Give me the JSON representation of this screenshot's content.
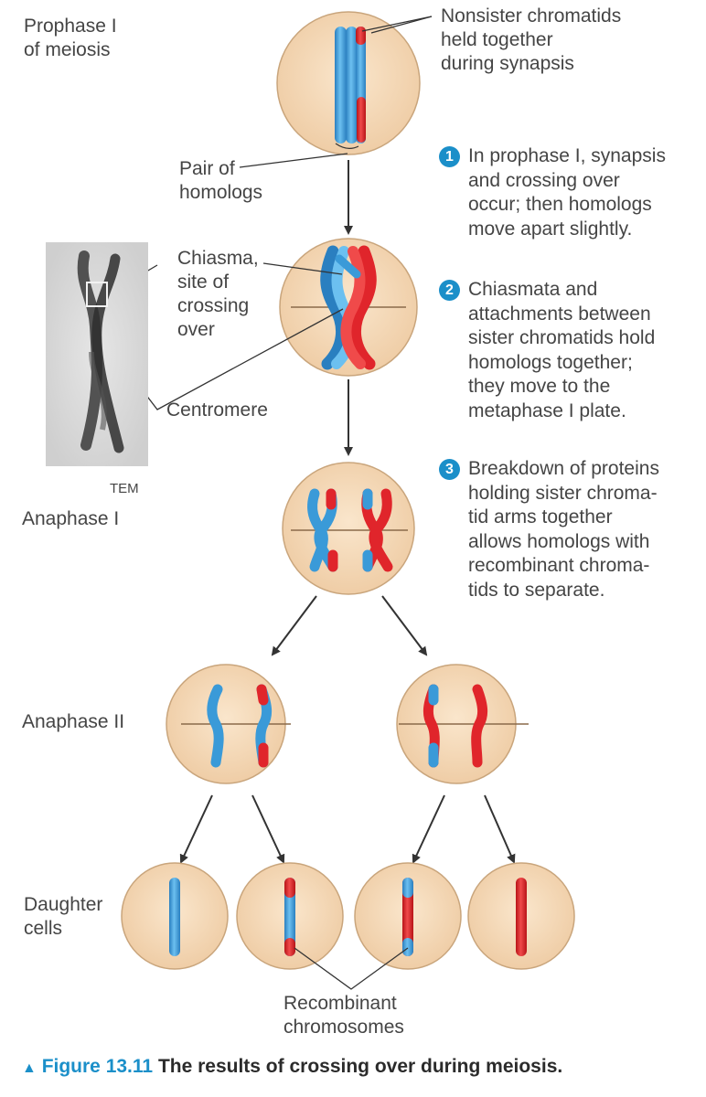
{
  "labels": {
    "prophase": [
      "Prophase I",
      "of meiosis"
    ],
    "nonsister": [
      "Nonsister chromatids",
      "held together",
      "during synapsis"
    ],
    "pair": [
      "Pair of",
      "homologs"
    ],
    "chiasma": [
      "Chiasma,",
      "site of",
      "crossing",
      "over"
    ],
    "centromere": "Centromere",
    "tem": "TEM",
    "anaphase1": "Anaphase I",
    "anaphase2": "Anaphase II",
    "daughter": [
      "Daughter",
      "cells"
    ],
    "recombinant": [
      "Recombinant",
      "chromosomes"
    ]
  },
  "steps": [
    {
      "num": "1",
      "text": "In prophase I, synapsis\nand crossing over\noccur; then homologs\nmove apart slightly."
    },
    {
      "num": "2",
      "text": "Chiasmata and\nattachments between\nsister chromatids hold\nhomologs together;\nthey move to the\nmetaphase I plate."
    },
    {
      "num": "3",
      "text": "Breakdown of proteins\nholding sister chroma-\ntid arms together\nallows homologs with\nrecombinant chroma-\ntids to separate."
    }
  ],
  "caption": {
    "marker": "▲",
    "figure": "Figure 13.11",
    "title": "The results of crossing over during meiosis."
  },
  "colors": {
    "cell": "#f6d9b6",
    "cell_border": "#c9a57c",
    "blue": "#3a9ad8",
    "red": "#e0252b",
    "accent": "#1b8fc9"
  }
}
